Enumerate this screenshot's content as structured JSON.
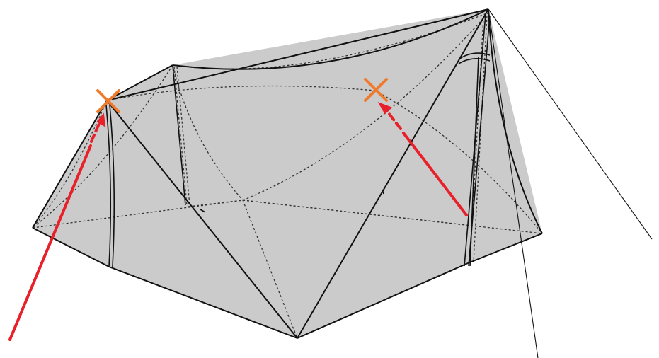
{
  "colors": {
    "background": "#ffffff",
    "tent_fill": "#cbcbcb",
    "tent_outline": "#111111",
    "seam_dotted": "#333333",
    "guyline": "#111111",
    "arrow": "#e8202a",
    "marker": "#f07a2c"
  },
  "markers": [
    {
      "name": "front-left-corner-marker",
      "icon": "x-mark"
    },
    {
      "name": "rear-peak-marker",
      "icon": "x-mark"
    }
  ],
  "arrows": [
    {
      "name": "arrow-to-front-left-corner",
      "style": "solid-then-dashed"
    },
    {
      "name": "arrow-to-rear-peak",
      "style": "solid-then-dashed"
    }
  ]
}
